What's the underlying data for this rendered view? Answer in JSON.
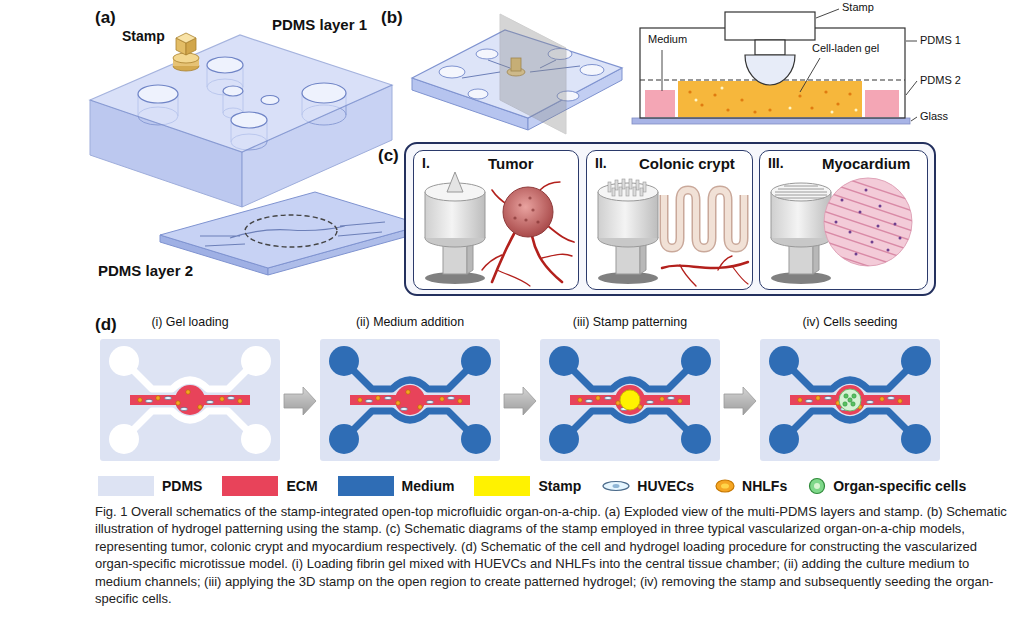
{
  "diagram": {
    "caption": "Fig. 1 Overall schematics of the stamp-integrated open-top microfluidic organ-on-a-chip. (a) Exploded view of the multi-PDMS layers and stamp. (b) Schematic illustration of hydrogel patterning using the stamp. (c) Schematic diagrams of the stamp employed in three typical vascularized organ-on-a-chip models, representing tumor, colonic crypt and myocardium respectively. (d) Schematic of the cell and hydrogel loading procedure for constructing the vascularized organ-specific microtissue model. (i) Loading fibrin gel mixed with HUEVCs and NHLFs into the central tissue chamber; (ii) adding the culture medium to medium channels; (iii) applying the 3D stamp on the open region to create patterned hydrogel; (iv) removing the stamp and subsequently seeding the organ-specific cells.",
    "nodes": [
      {
        "text": [
          "I.",
          "Tumor"
        ]
      },
      {
        "text": [
          "II.",
          "Colonic crypt"
        ]
      },
      {
        "text": [
          "III.",
          "Myocardium"
        ]
      },
      {
        "text": [
          "(i) Gel loading"
        ]
      },
      {
        "text": [
          "(ii) Medium addition"
        ]
      },
      {
        "text": [
          "(iii) Stamp patterning"
        ]
      },
      {
        "text": [
          "(iv) Cells seeding"
        ]
      }
    ],
    "edges": [
      {
        "from": 3,
        "to": 4,
        "arrow": "to"
      },
      {
        "from": 4,
        "to": 5,
        "arrow": "to"
      },
      {
        "from": 5,
        "to": 6,
        "arrow": "to"
      }
    ],
    "labels": [
      "(a)",
      "Stamp",
      "PDMS layer 1",
      "PDMS layer 2",
      "(b)",
      "Stamp",
      "PDMS 1",
      "Medium",
      "Cell-laden gel",
      "PDMS 2",
      "Glass",
      "(c)",
      "(d)"
    ],
    "legend": [
      {
        "text": "PDMS",
        "color": "#dde3f3"
      },
      {
        "text": "ECM",
        "color": "#e8435a"
      },
      {
        "text": "Medium",
        "color": "#2f6db5"
      },
      {
        "text": "Stamp",
        "color": "#fff200"
      },
      {
        "text": "HUVECs"
      },
      {
        "text": "NHLFs"
      },
      {
        "text": "Organ-specific cells"
      }
    ]
  }
}
